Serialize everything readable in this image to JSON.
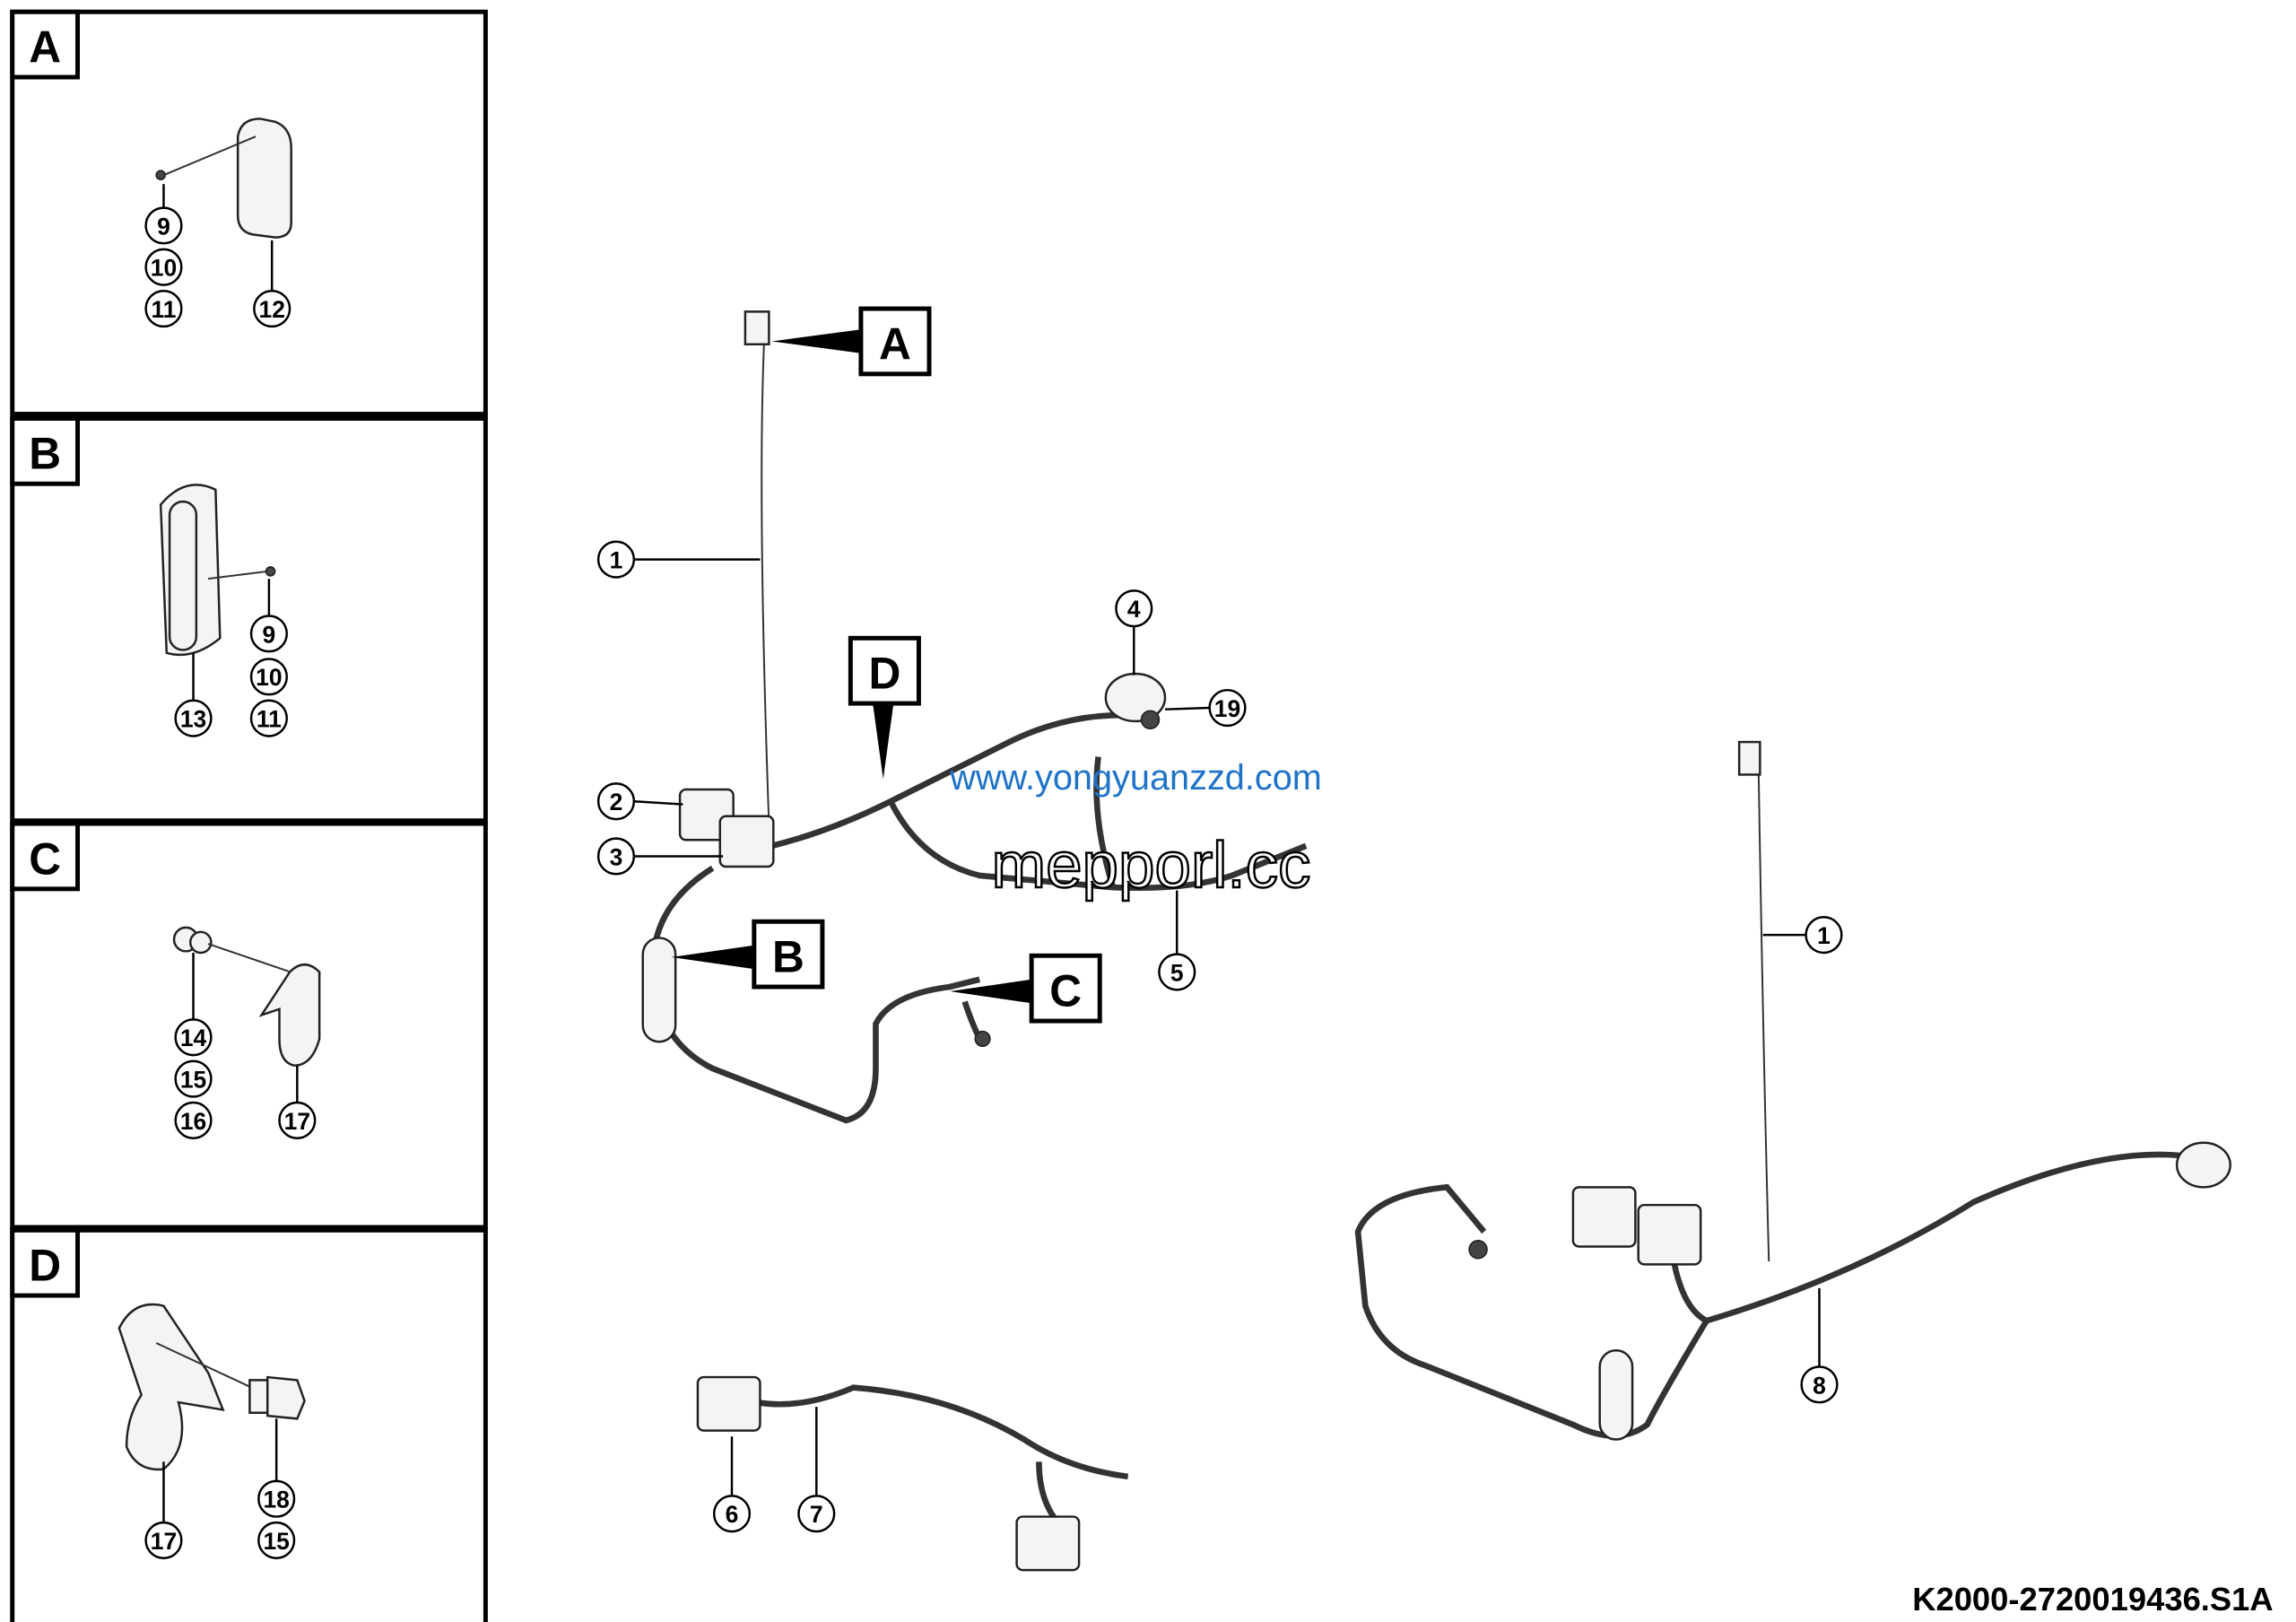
{
  "panels": [
    {
      "letter": "A",
      "callouts": [
        "9",
        "10",
        "11",
        "12"
      ]
    },
    {
      "letter": "B",
      "callouts": [
        "9",
        "10",
        "11",
        "13"
      ]
    },
    {
      "letter": "C",
      "callouts": [
        "14",
        "15",
        "16",
        "17"
      ]
    },
    {
      "letter": "D",
      "callouts": [
        "18",
        "15",
        "17"
      ]
    }
  ],
  "main_callouts": [
    "1",
    "4",
    "19",
    "2",
    "3",
    "5",
    "1",
    "8",
    "6",
    "7"
  ],
  "detail_refs": [
    "A",
    "D",
    "B",
    "C"
  ],
  "watermarks": [
    "www.yongyuanzzd.com",
    "mepporl.cc"
  ],
  "drawing_code": "K2000-2720019436.S1A"
}
